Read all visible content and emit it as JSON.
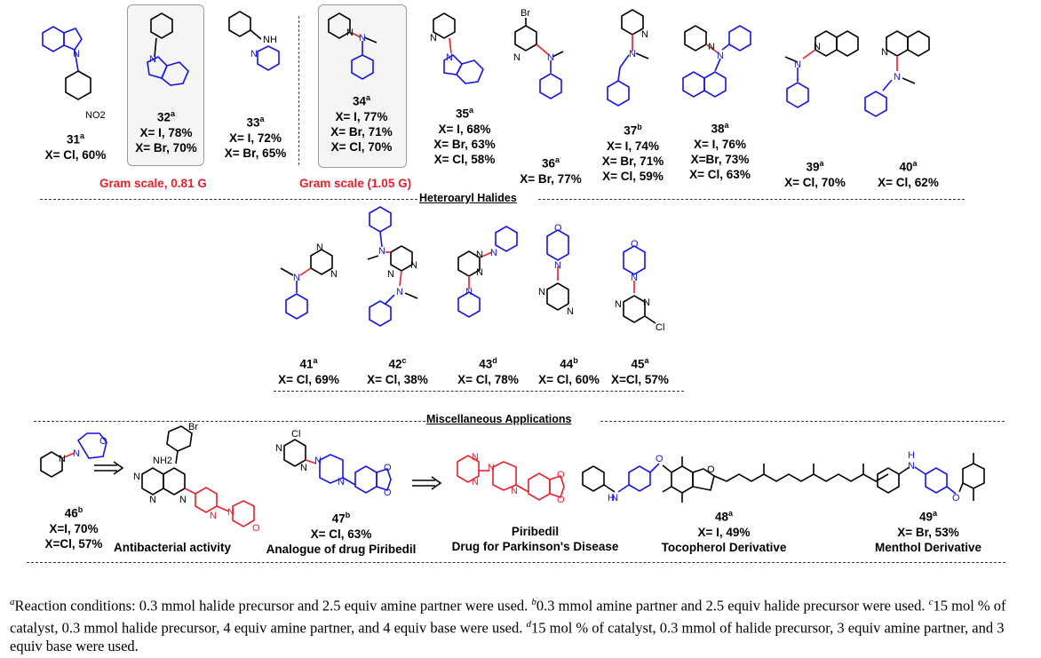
{
  "colors": {
    "blue_structure": "#1414e6",
    "red_highlight": "#e8202a",
    "text": "#000000"
  },
  "sections": {
    "heteroaryl": "Heteroaryl Halides",
    "misc": "Miscellaneous Applications"
  },
  "gram_scale": {
    "c32": "Gram scale, 0.81 G",
    "c34": "Gram scale (1.05 G)"
  },
  "compounds": {
    "c31": {
      "num": "31",
      "sup": "a",
      "lines": [
        "X= Cl, 60%"
      ],
      "atoms": [
        "N",
        "NO2"
      ]
    },
    "c32": {
      "num": "32",
      "sup": "a",
      "lines": [
        "X= I, 78%",
        "X= Br, 70%"
      ],
      "atoms": [
        "N"
      ]
    },
    "c33": {
      "num": "33",
      "sup": "a",
      "lines": [
        "X= I, 72%",
        "X= Br, 65%"
      ],
      "atoms": [
        "NH",
        "N"
      ]
    },
    "c34": {
      "num": "34",
      "sup": "a",
      "lines": [
        "X= I, 77%",
        "X= Br, 71%",
        "X= Cl, 70%"
      ],
      "atoms": [
        "N",
        "N"
      ]
    },
    "c35": {
      "num": "35",
      "sup": "a",
      "lines": [
        "X= I, 68%",
        "X= Br, 63%",
        "X= Cl, 58%"
      ],
      "atoms": [
        "N",
        "N"
      ]
    },
    "c36": {
      "num": "36",
      "sup": "a",
      "lines": [
        "X= Br, 77%"
      ],
      "atoms": [
        "Br",
        "N",
        "N"
      ]
    },
    "c37": {
      "num": "37",
      "sup": "b",
      "lines": [
        "X= I, 74%",
        "X= Br, 71%",
        "X= Cl, 59%"
      ],
      "atoms": [
        "N",
        "N"
      ]
    },
    "c38": {
      "num": "38",
      "sup": "a",
      "lines": [
        "X= I, 76%",
        "X=Br, 73%",
        "X= Cl, 63%"
      ],
      "atoms": [
        "N",
        "N"
      ]
    },
    "c39": {
      "num": "39",
      "sup": "a",
      "lines": [
        "X= Cl, 70%"
      ],
      "atoms": [
        "N",
        "N"
      ]
    },
    "c40": {
      "num": "40",
      "sup": "a",
      "lines": [
        "X= Cl, 62%"
      ],
      "atoms": [
        "N",
        "N"
      ]
    },
    "c41": {
      "num": "41",
      "sup": "a",
      "lines": [
        "X= Cl, 69%"
      ],
      "atoms": [
        "N",
        "N",
        "N"
      ]
    },
    "c42": {
      "num": "42",
      "sup": "c",
      "lines": [
        "X= Cl, 38%"
      ],
      "atoms": [
        "N",
        "N",
        "N",
        "N"
      ]
    },
    "c43": {
      "num": "43",
      "sup": "d",
      "lines": [
        "X= Cl, 78%"
      ],
      "atoms": [
        "N",
        "N",
        "N",
        "N"
      ]
    },
    "c44": {
      "num": "44",
      "sup": "b",
      "lines": [
        "X= Cl, 60%"
      ],
      "atoms": [
        "O",
        "N",
        "N",
        "N"
      ]
    },
    "c45": {
      "num": "45",
      "sup": "a",
      "lines": [
        "X=Cl, 57%"
      ],
      "atoms": [
        "O",
        "N",
        "N",
        "N",
        "Cl"
      ]
    },
    "c46": {
      "num": "46",
      "sup": "b",
      "lines": [
        "X=I, 70%",
        "X=Cl, 57%"
      ],
      "atoms": [
        "O",
        "N",
        "N"
      ]
    },
    "c47": {
      "num": "47",
      "sup": "b",
      "lines": [
        "X= Cl, 63%",
        "Analogue of drug Piribedil"
      ],
      "atoms": [
        "Cl",
        "N",
        "N",
        "N",
        "N",
        "O",
        "O"
      ]
    },
    "c48": {
      "num": "48",
      "sup": "a",
      "lines": [
        "X= I, 49%",
        "Tocopherol Derivative"
      ],
      "atoms": [
        "O",
        "O",
        "N",
        "H"
      ]
    },
    "c49": {
      "num": "49",
      "sup": "a",
      "lines": [
        "X= Br, 53%",
        "Menthol Derivative"
      ],
      "atoms": [
        "H",
        "N",
        "O"
      ]
    }
  },
  "antibacterial": {
    "label": "Antibacterial activity",
    "atoms": [
      "Br",
      "NH2",
      "N",
      "N",
      "N",
      "N",
      "N",
      "O"
    ]
  },
  "piribedil": {
    "title": "Piribedil",
    "desc": "Drug for Parkinson's Disease",
    "atoms": [
      "N",
      "N",
      "N",
      "N",
      "O",
      "O"
    ]
  },
  "footnote": {
    "a": "Reaction conditions: 0.3 mmol halide precursor and 2.5 equiv amine partner were used.",
    "b": "0.3 mmol amine partner and 2.5 equiv halide precursor were used.",
    "c": "15 mol % of catalyst, 0.3 mmol halide precursor, 4 equiv amine partner, and 4 equiv base were used.",
    "d": "15 mol % of catalyst, 0.3 mmol of halide precursor, 3 equiv amine partner, and 3 equiv base were used.",
    "marks": [
      "a",
      "b",
      "c",
      "d"
    ]
  }
}
